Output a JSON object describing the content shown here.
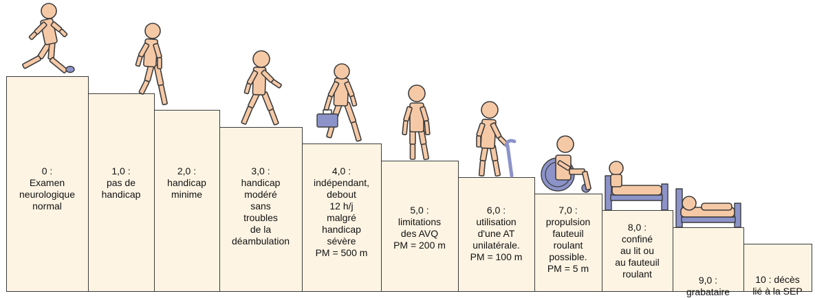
{
  "colors": {
    "step_fill": "#fdf4e3",
    "step_stroke": "#3a3a3a",
    "figure_skin": "#f6c9a6",
    "figure_stroke": "#3b3b3b",
    "equipment_blue": "#8c93c9"
  },
  "steps": [
    {
      "label": "0 :\nExamen\nneurologique\nnormal",
      "figure": "runner-icon"
    },
    {
      "label": "1,0 :\npas de\nhandicap",
      "figure": "walker-icon"
    },
    {
      "label": "2,0 :\nhandicap\nminime",
      "figure": "none"
    },
    {
      "label": "3,0 :\nhandicap\nmodéré\nsans\ntroubles\nde la\ndéambulation",
      "figure": "walker-icon"
    },
    {
      "label": "4,0 :\nindépendant,\ndebout\n12 h/j\nmalgré\nhandicap\nsévère\nPM = 500 m",
      "figure": "walker-with-bag-icon"
    },
    {
      "label": "5,0 :\nlimitations\ndes AVQ\nPM = 200 m",
      "figure": "standing-person-icon"
    },
    {
      "label": "6,0 :\nutilisation\nd'une AT\nunilatérale.\nPM = 100 m",
      "figure": "person-with-cane-icon"
    },
    {
      "label": "7,0 :\npropulsion\nfauteuil\nroulant\npossible.\nPM = 5 m",
      "figure": "wheelchair-icon"
    },
    {
      "label": "8,0 :\nconfiné\nau lit ou\nau fauteuil\nroulant",
      "figure": "person-in-bed-icon"
    },
    {
      "label": "9,0 :\ngrabataire",
      "figure": "bedridden-icon"
    },
    {
      "label": "10 : décès\nlié à la SEP",
      "figure": "none"
    }
  ]
}
